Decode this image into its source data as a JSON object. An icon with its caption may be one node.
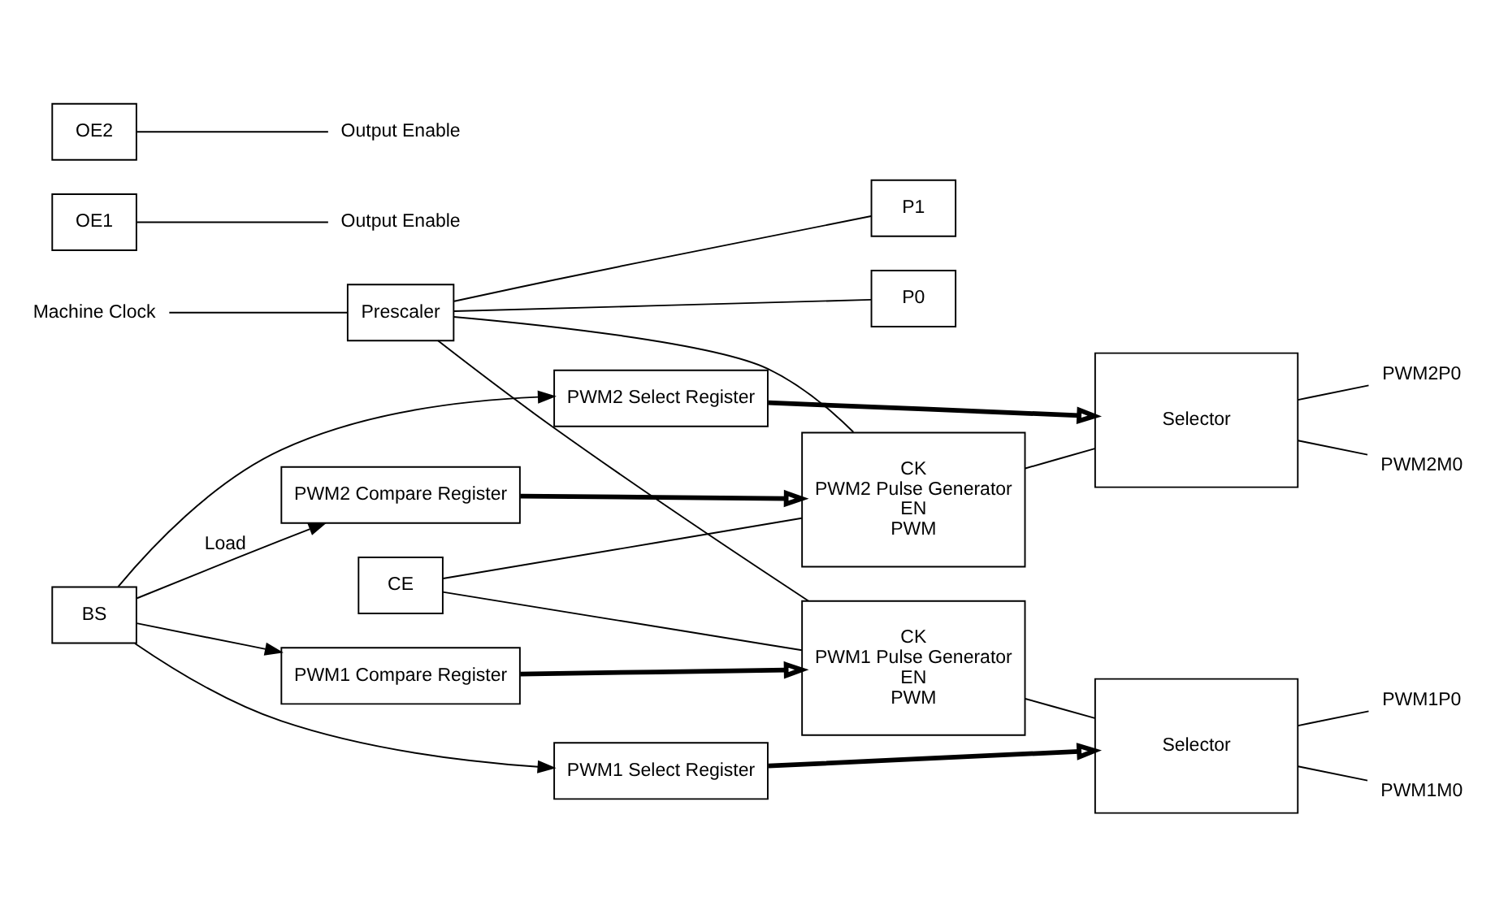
{
  "diagram": {
    "nodes": [
      {
        "text": [
          "Machine Clock"
        ]
      },
      {
        "text": [
          "Prescaler"
        ]
      },
      {
        "text": [
          "P1"
        ]
      },
      {
        "text": [
          "P0"
        ]
      },
      {
        "text": [
          "CK",
          "PWM1 Pulse Generator",
          "EN",
          "PWM"
        ]
      },
      {
        "text": [
          "Selector"
        ]
      },
      {
        "text": [
          "OE1"
        ]
      },
      {
        "text": [
          "Output Enable"
        ]
      },
      {
        "text": [
          "PWM1P0"
        ]
      },
      {
        "text": [
          "PWM1M0"
        ]
      },
      {
        "text": [
          "PWM1 Compare Register"
        ]
      },
      {
        "text": [
          "PWM1 Select Register"
        ]
      },
      {
        "text": [
          "OE2"
        ]
      },
      {
        "text": [
          "Output Enable"
        ]
      },
      {
        "text": [
          "CK",
          "PWM2 Pulse Generator",
          "EN",
          "PWM"
        ]
      },
      {
        "text": [
          "Selector"
        ]
      },
      {
        "text": [
          "PWM2P0"
        ]
      },
      {
        "text": [
          "PWM2M0"
        ]
      },
      {
        "text": [
          "CE"
        ]
      },
      {
        "text": [
          "PWM2 Compare Register"
        ]
      },
      {
        "text": [
          "BS"
        ]
      },
      {
        "text": [
          "PWM2 Select Register"
        ]
      }
    ],
    "edges": [
      {
        "from": 0,
        "to": 1,
        "arrow": "none"
      },
      {
        "from": 1,
        "to": 2,
        "arrow": "none"
      },
      {
        "from": 1,
        "to": 3,
        "arrow": "none"
      },
      {
        "from": 1,
        "to": 4,
        "arrow": "none"
      },
      {
        "from": 1,
        "to": 14,
        "arrow": "none"
      },
      {
        "from": 18,
        "to": 4,
        "arrow": "none"
      },
      {
        "from": 18,
        "to": 14,
        "arrow": "none"
      },
      {
        "from": 4,
        "to": 5,
        "arrow": "none"
      },
      {
        "from": 5,
        "to": 8,
        "arrow": "none"
      },
      {
        "from": 5,
        "to": 9,
        "arrow": "none"
      },
      {
        "from": 6,
        "to": 7,
        "arrow": "none"
      },
      {
        "from": 10,
        "to": 4,
        "arrow": "to",
        "style": "thick"
      },
      {
        "from": 11,
        "to": 5,
        "arrow": "to",
        "style": "thick"
      },
      {
        "from": 20,
        "to": 10,
        "arrow": "to"
      },
      {
        "from": 20,
        "to": 11,
        "arrow": "to"
      },
      {
        "from": 14,
        "to": 15,
        "arrow": "none"
      },
      {
        "from": 15,
        "to": 16,
        "arrow": "none"
      },
      {
        "from": 15,
        "to": 17,
        "arrow": "none"
      },
      {
        "from": 12,
        "to": 13,
        "arrow": "none"
      },
      {
        "from": 19,
        "to": 14,
        "arrow": "to",
        "style": "thick"
      },
      {
        "from": 21,
        "to": 15,
        "arrow": "to",
        "style": "thick"
      },
      {
        "from": 20,
        "to": 19,
        "arrow": "to",
        "label": "Load"
      },
      {
        "from": 20,
        "to": 21,
        "arrow": "to"
      }
    ]
  }
}
